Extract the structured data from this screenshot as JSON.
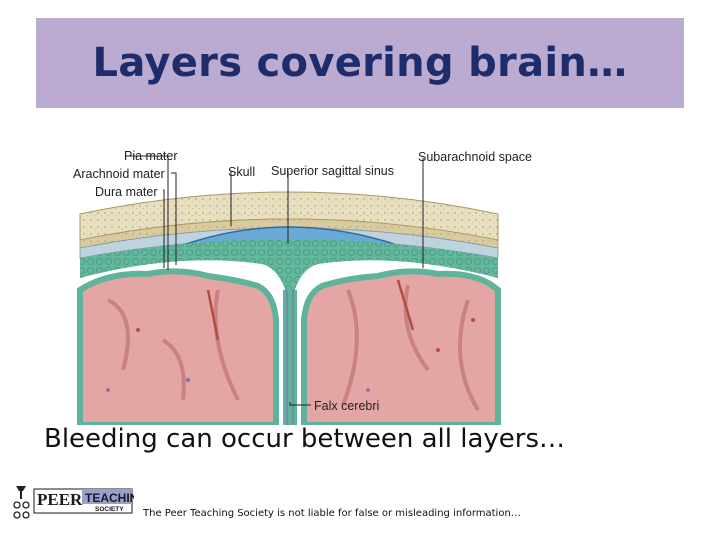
{
  "slide": {
    "title": "Layers covering brain…",
    "caption": "Bleeding can occur between all layers…",
    "disclaimer": "The Peer Teaching Society is not liable for false or misleading information…"
  },
  "figure": {
    "labels": {
      "pia": "Pia mater",
      "arachnoid": "Arachnoid mater",
      "dura": "Dura mater",
      "skull": "Skull",
      "sinus": "Superior sagittal sinus",
      "subarachnoid": "Subarachnoid space",
      "falx": "Falx cerebri"
    }
  },
  "logo": {
    "text_peer": "PEER",
    "text_teaching": "TEACHING",
    "text_society": "SOCIETY"
  },
  "colors": {
    "title_bg": "#bcabd0",
    "title_text": "#1e2c6b",
    "bone": "#e3d8b4",
    "sinus_blue": "#6aa8d6",
    "arachnoid_teal": "#5fb39a",
    "brain_pink": "#e4a6a4"
  }
}
